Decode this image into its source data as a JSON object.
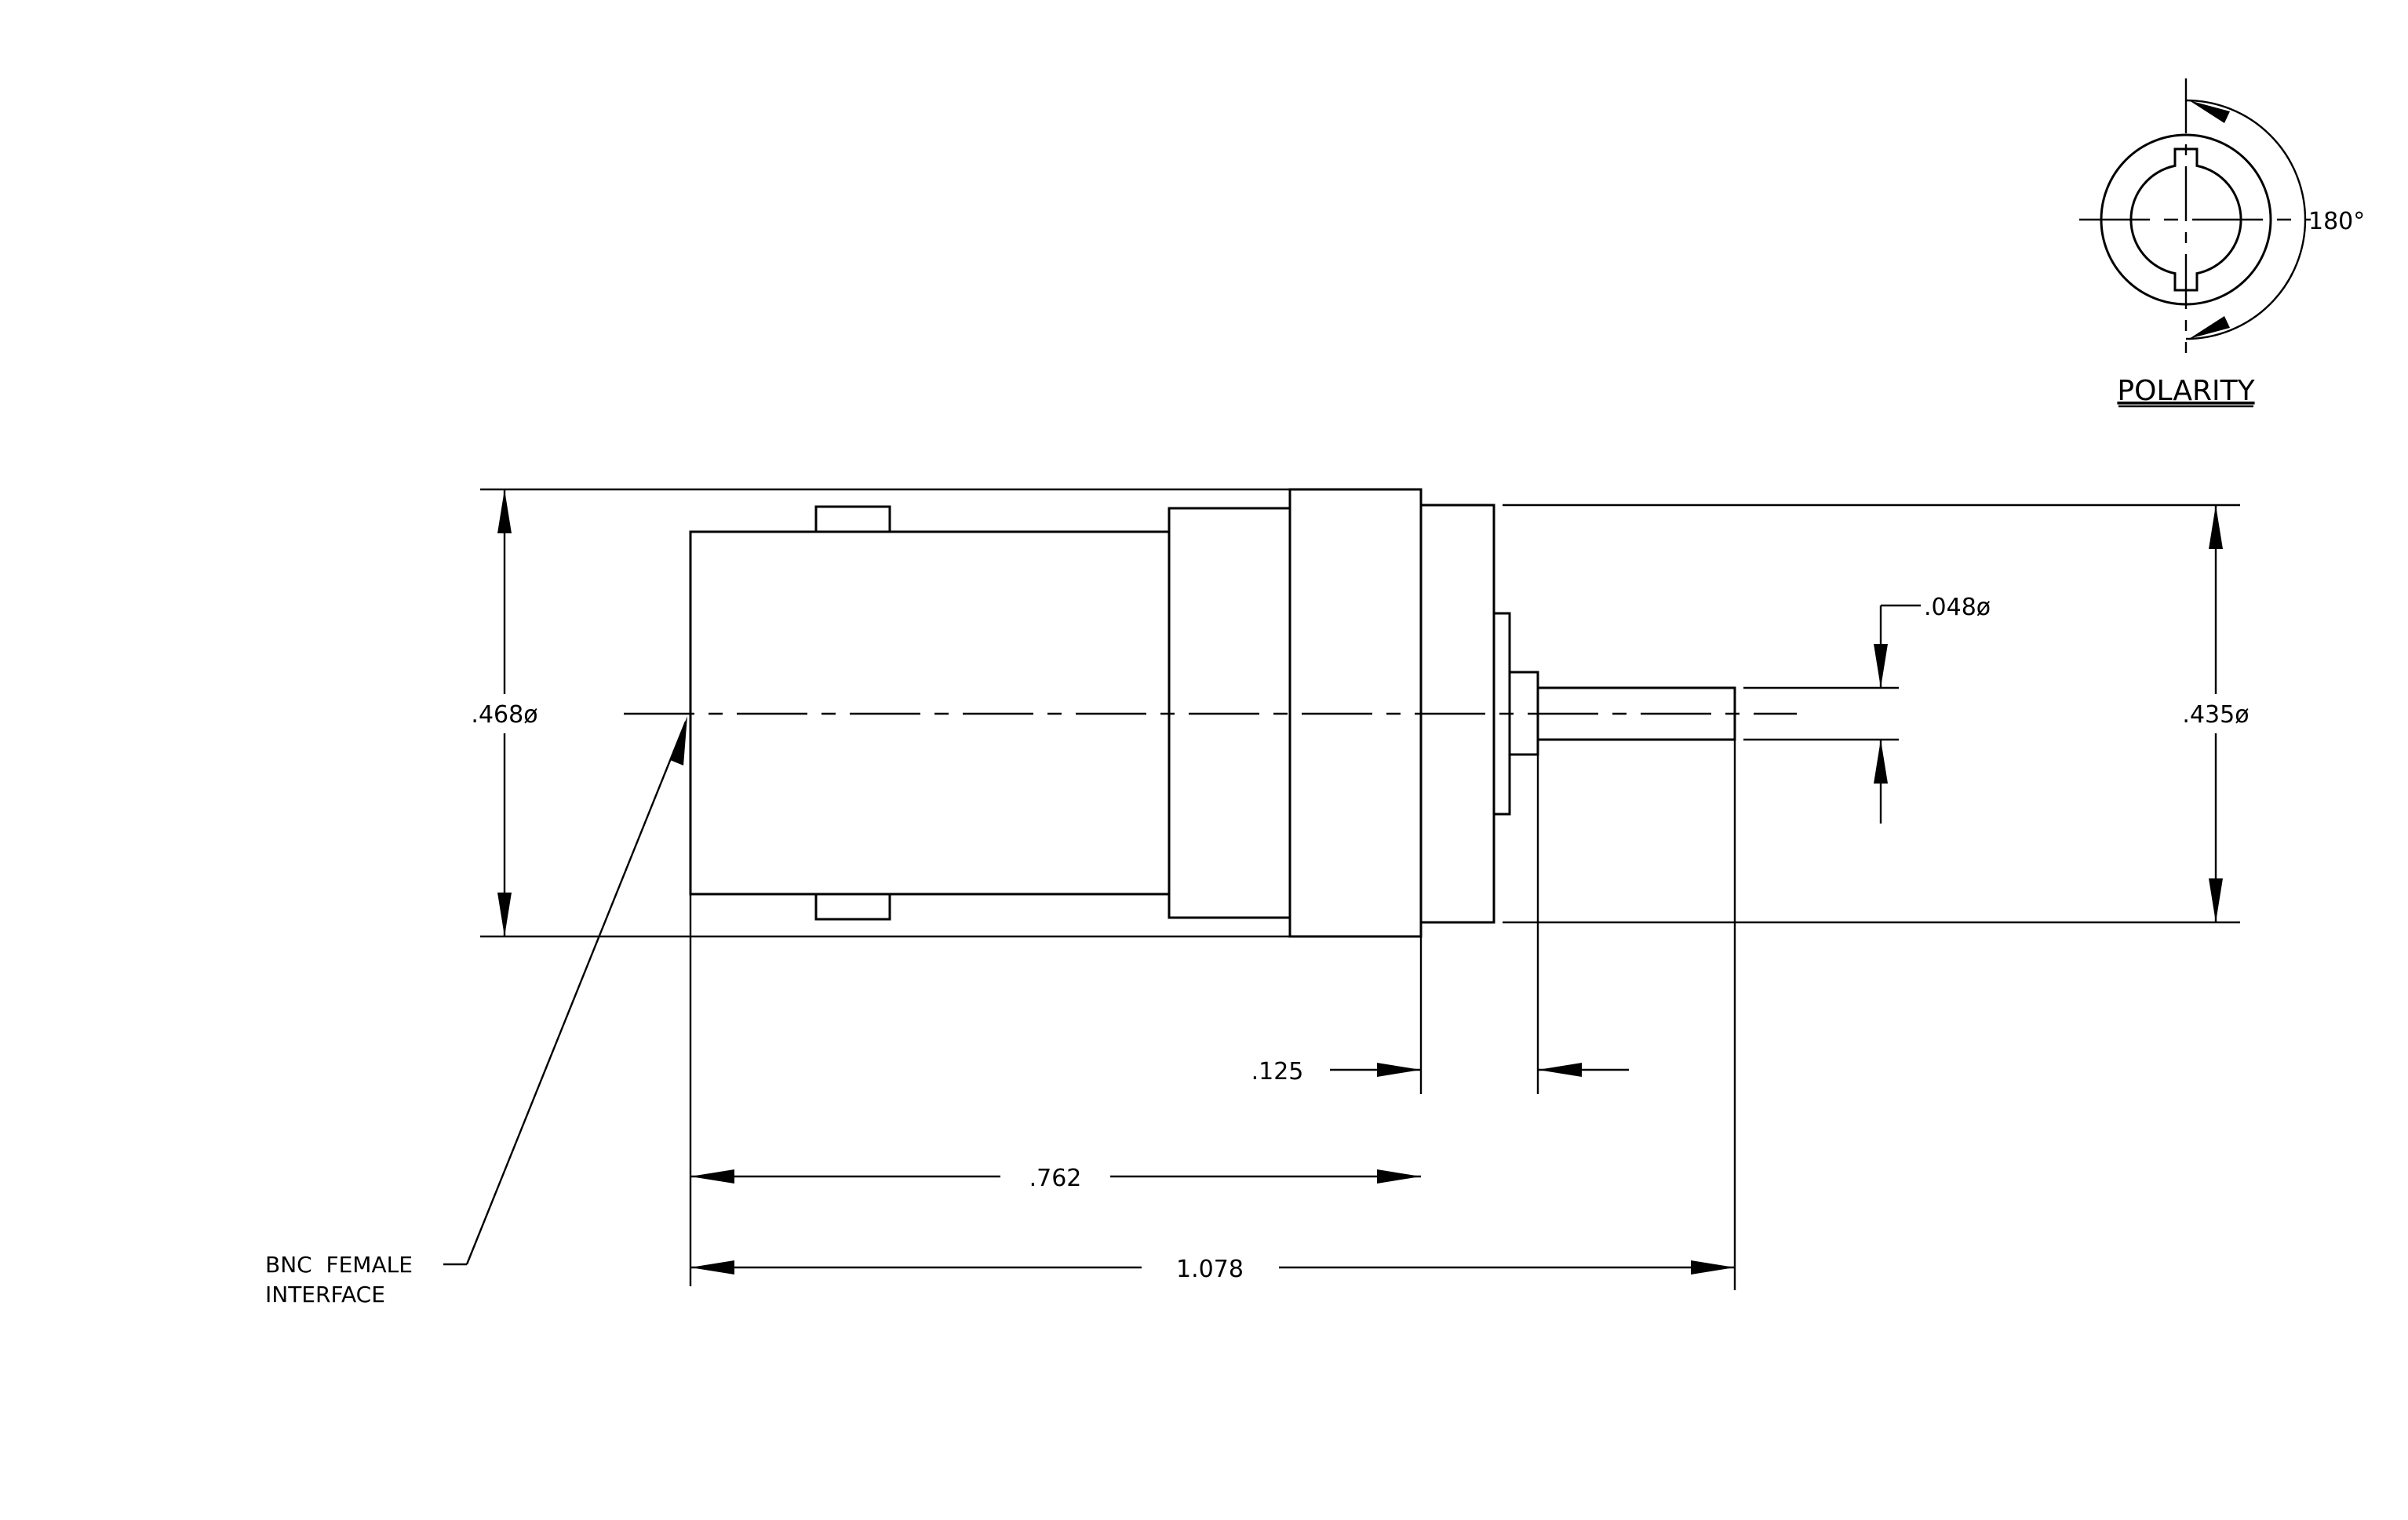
{
  "dimensions": {
    "overall_diameter": ".468ø",
    "rear_diameter": ".435ø",
    "pin_diameter": ".048ø",
    "pin_setback": ".125",
    "body_length": ".762",
    "overall_length": "1.078"
  },
  "callout": {
    "line1": "BNC  FEMALE",
    "line2": "INTERFACE"
  },
  "polarity": {
    "title": "POLARITY",
    "angle": "180°"
  }
}
